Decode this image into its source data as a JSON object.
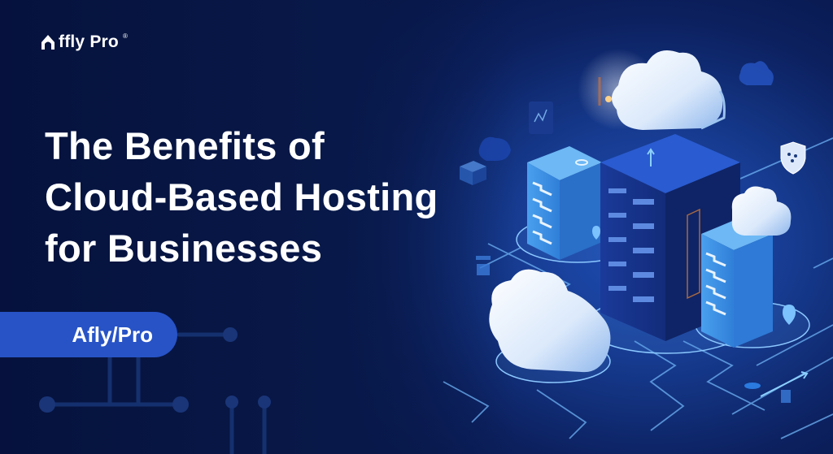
{
  "brand": {
    "logo_text": "ffly Pro",
    "logo_registered": "®",
    "logo_icon": "house-arch-icon"
  },
  "hero": {
    "title_lines": [
      "The Benefits of",
      "Cloud-Based Hosting",
      "for Businesses"
    ]
  },
  "badge": {
    "label": "Afly/Pro"
  },
  "illustration": {
    "description": "Isometric cloud hosting servers with floating clouds and circuit lines",
    "elements": [
      "cloud-icon",
      "server-tower-icon",
      "shield-icon",
      "location-pin-icon",
      "circuit-lines"
    ]
  },
  "colors": {
    "background_dark": "#071445",
    "background_mid": "#163a8e",
    "accent_blue": "#2753c6",
    "server_light": "#3f8de0",
    "text": "#ffffff"
  }
}
